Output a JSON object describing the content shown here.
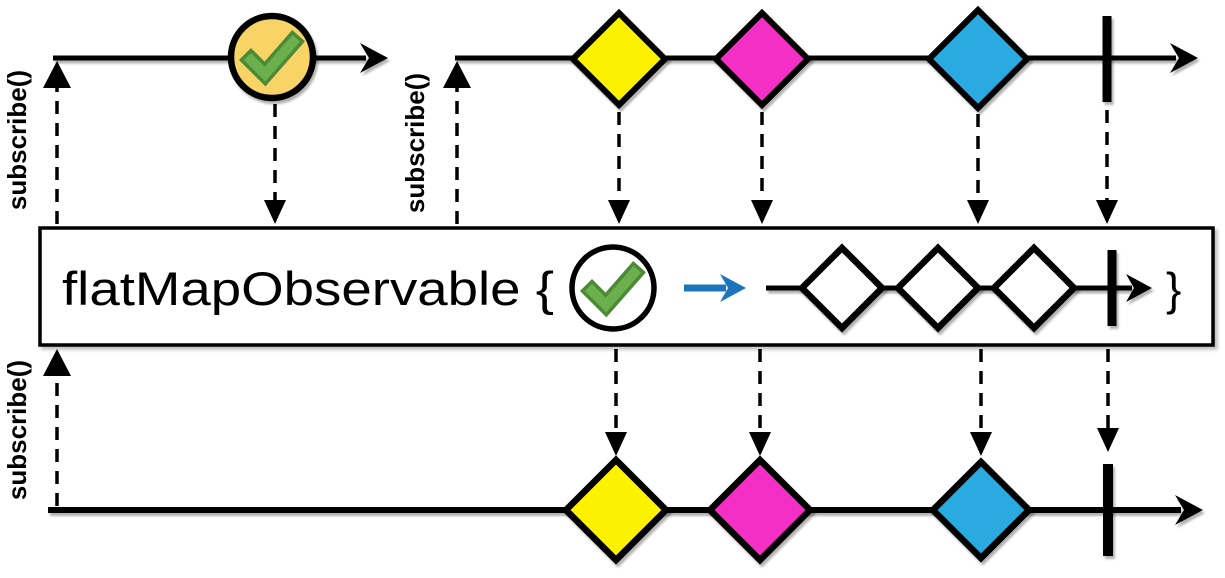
{
  "diagram": {
    "operator_label": "flatMapObservable {",
    "closing_brace": "}",
    "subscribe_label": "subscribe()"
  },
  "colors": {
    "background": "#FFFFFF",
    "line": "#000000",
    "marble_gold": "#F8D366",
    "marble_yellow": "#FCF200",
    "marble_magenta": "#F42FC5",
    "marble_blue": "#29ABE2",
    "marble_white": "#FFFFFF",
    "check_green": "#6CB04E",
    "check_green_outline": "#4C8A36",
    "map_arrow_blue": "#1B75BC"
  },
  "streams": {
    "source": {
      "subscribed": true,
      "events": [
        {
          "kind": "value",
          "marble": "gold-checkmark-circle"
        }
      ]
    },
    "inner": {
      "subscribed": true,
      "events": [
        {
          "kind": "value",
          "marble": "yellow-diamond"
        },
        {
          "kind": "value",
          "marble": "magenta-diamond"
        },
        {
          "kind": "value",
          "marble": "blue-diamond"
        },
        {
          "kind": "complete"
        }
      ]
    },
    "output": {
      "subscribed": true,
      "events": [
        {
          "kind": "value",
          "marble": "yellow-diamond"
        },
        {
          "kind": "value",
          "marble": "magenta-diamond"
        },
        {
          "kind": "value",
          "marble": "blue-diamond"
        },
        {
          "kind": "complete"
        }
      ]
    }
  }
}
